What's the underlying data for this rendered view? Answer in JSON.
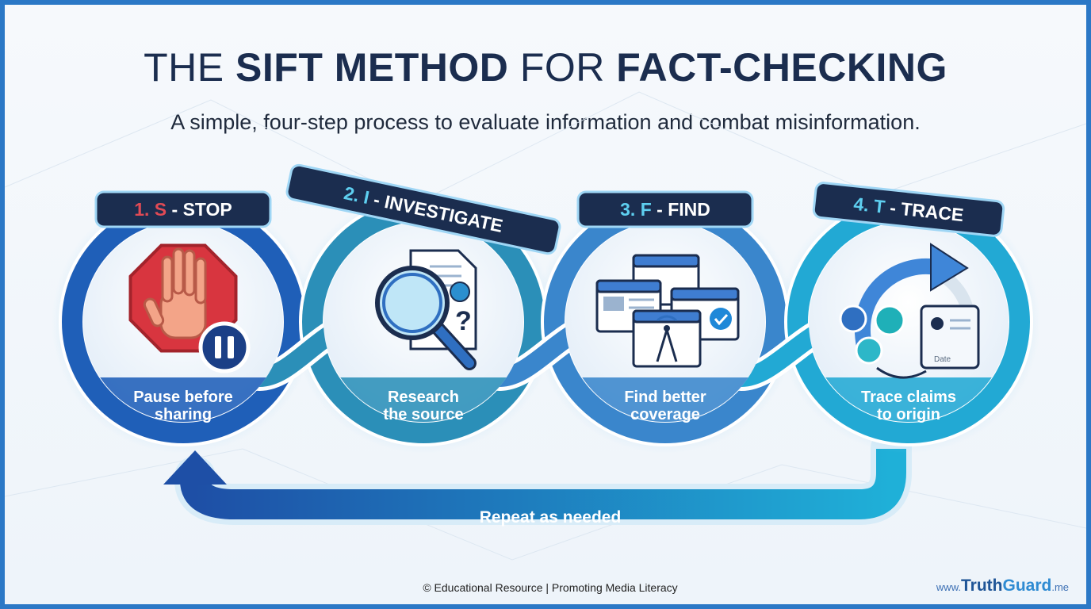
{
  "title": {
    "part1": "THE ",
    "bold1": "SIFT METHOD",
    "part2": " FOR ",
    "bold2": "FACT-CHECKING"
  },
  "subtitle": "A simple, four-step process to evaluate information and combat misinformation.",
  "steps": [
    {
      "num": "1.",
      "letter": "S",
      "word": "STOP",
      "line1": "Pause before",
      "line2": "sharing",
      "color": "#1f5fb8"
    },
    {
      "num": "2.",
      "letter": "I",
      "word": "INVESTIGATE",
      "line1": "Research",
      "line2": "the source",
      "color": "#2b8fb8"
    },
    {
      "num": "3.",
      "letter": "F",
      "word": "FIND",
      "line1": "Find better",
      "line2": "coverage",
      "color": "#3a86cc"
    },
    {
      "num": "4.",
      "letter": "T",
      "word": "TRACE",
      "line1": "Trace claims",
      "line2": "to origin",
      "color": "#22a9d4"
    }
  ],
  "icon_extras": {
    "question_mark": "?",
    "date_label": "Date"
  },
  "repeat_label": "Repeat as needed",
  "footer": "© Educational Resource | Promoting Media Literacy",
  "brand": {
    "prefix": "www.",
    "name1": "Truth",
    "name2": "Guard",
    "suffix": ".me"
  },
  "colors": {
    "letter_red": "#e04a55",
    "letter_cyan": "#5ecff0",
    "navy": "#1b2d4f",
    "frame": "#2b78c6"
  }
}
